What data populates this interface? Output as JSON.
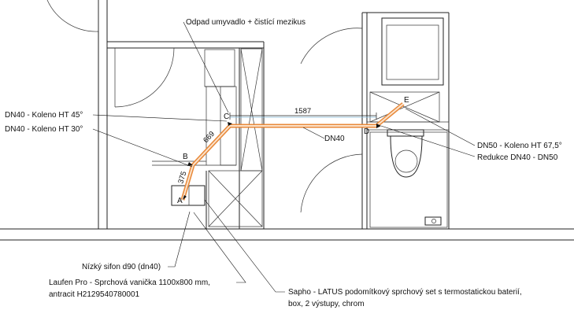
{
  "labels": {
    "odpad": "Odpad umyvadlo + čistící mezikus",
    "koleno45": "DN40 - Koleno HT 45°",
    "koleno30": "DN40 - Koleno HT 30°",
    "koleno675": "DN50 - Koleno HT 67,5°",
    "redukce": "Redukce DN40 - DN50",
    "dn40": "DN40",
    "sifon": "Nízký sifon d90 (dn40)",
    "laufen_1": "Laufen Pro - Sprchová vanička 1100x800 mm,",
    "laufen_2": "antracit H2129540780001",
    "sapho_1": "Sapho - LATUS podomítkový sprchový set s termostatickou baterií,",
    "sapho_2": "box, 2 výstupy, chrom"
  },
  "points": {
    "a": "A",
    "b": "B",
    "c": "C",
    "d": "D",
    "e": "E"
  },
  "dimensions": {
    "d1587": "1587",
    "d669": "669",
    "d375": "375"
  },
  "colors": {
    "pipe": "#e8893a",
    "pipe_fill": "#fbe3cc",
    "ink": "#222222"
  }
}
